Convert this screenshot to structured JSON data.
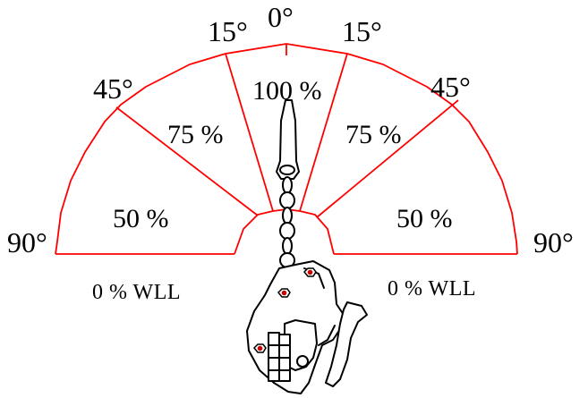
{
  "angles": {
    "top": "0°",
    "left_15": "15°",
    "right_15": "15°",
    "left_45": "45°",
    "right_45": "45°",
    "left_90": "90°",
    "right_90": "90°"
  },
  "zones": {
    "center": "100 %",
    "left_75": "75 %",
    "right_75": "75 %",
    "left_50": "50 %",
    "right_50": "50 %",
    "left_0": "0 % WLL",
    "right_0": "0 % WLL"
  },
  "colors": {
    "zone_lines": "#ff0000",
    "clamp_outline": "#000000",
    "clamp_bolts": "#cc0000"
  }
}
